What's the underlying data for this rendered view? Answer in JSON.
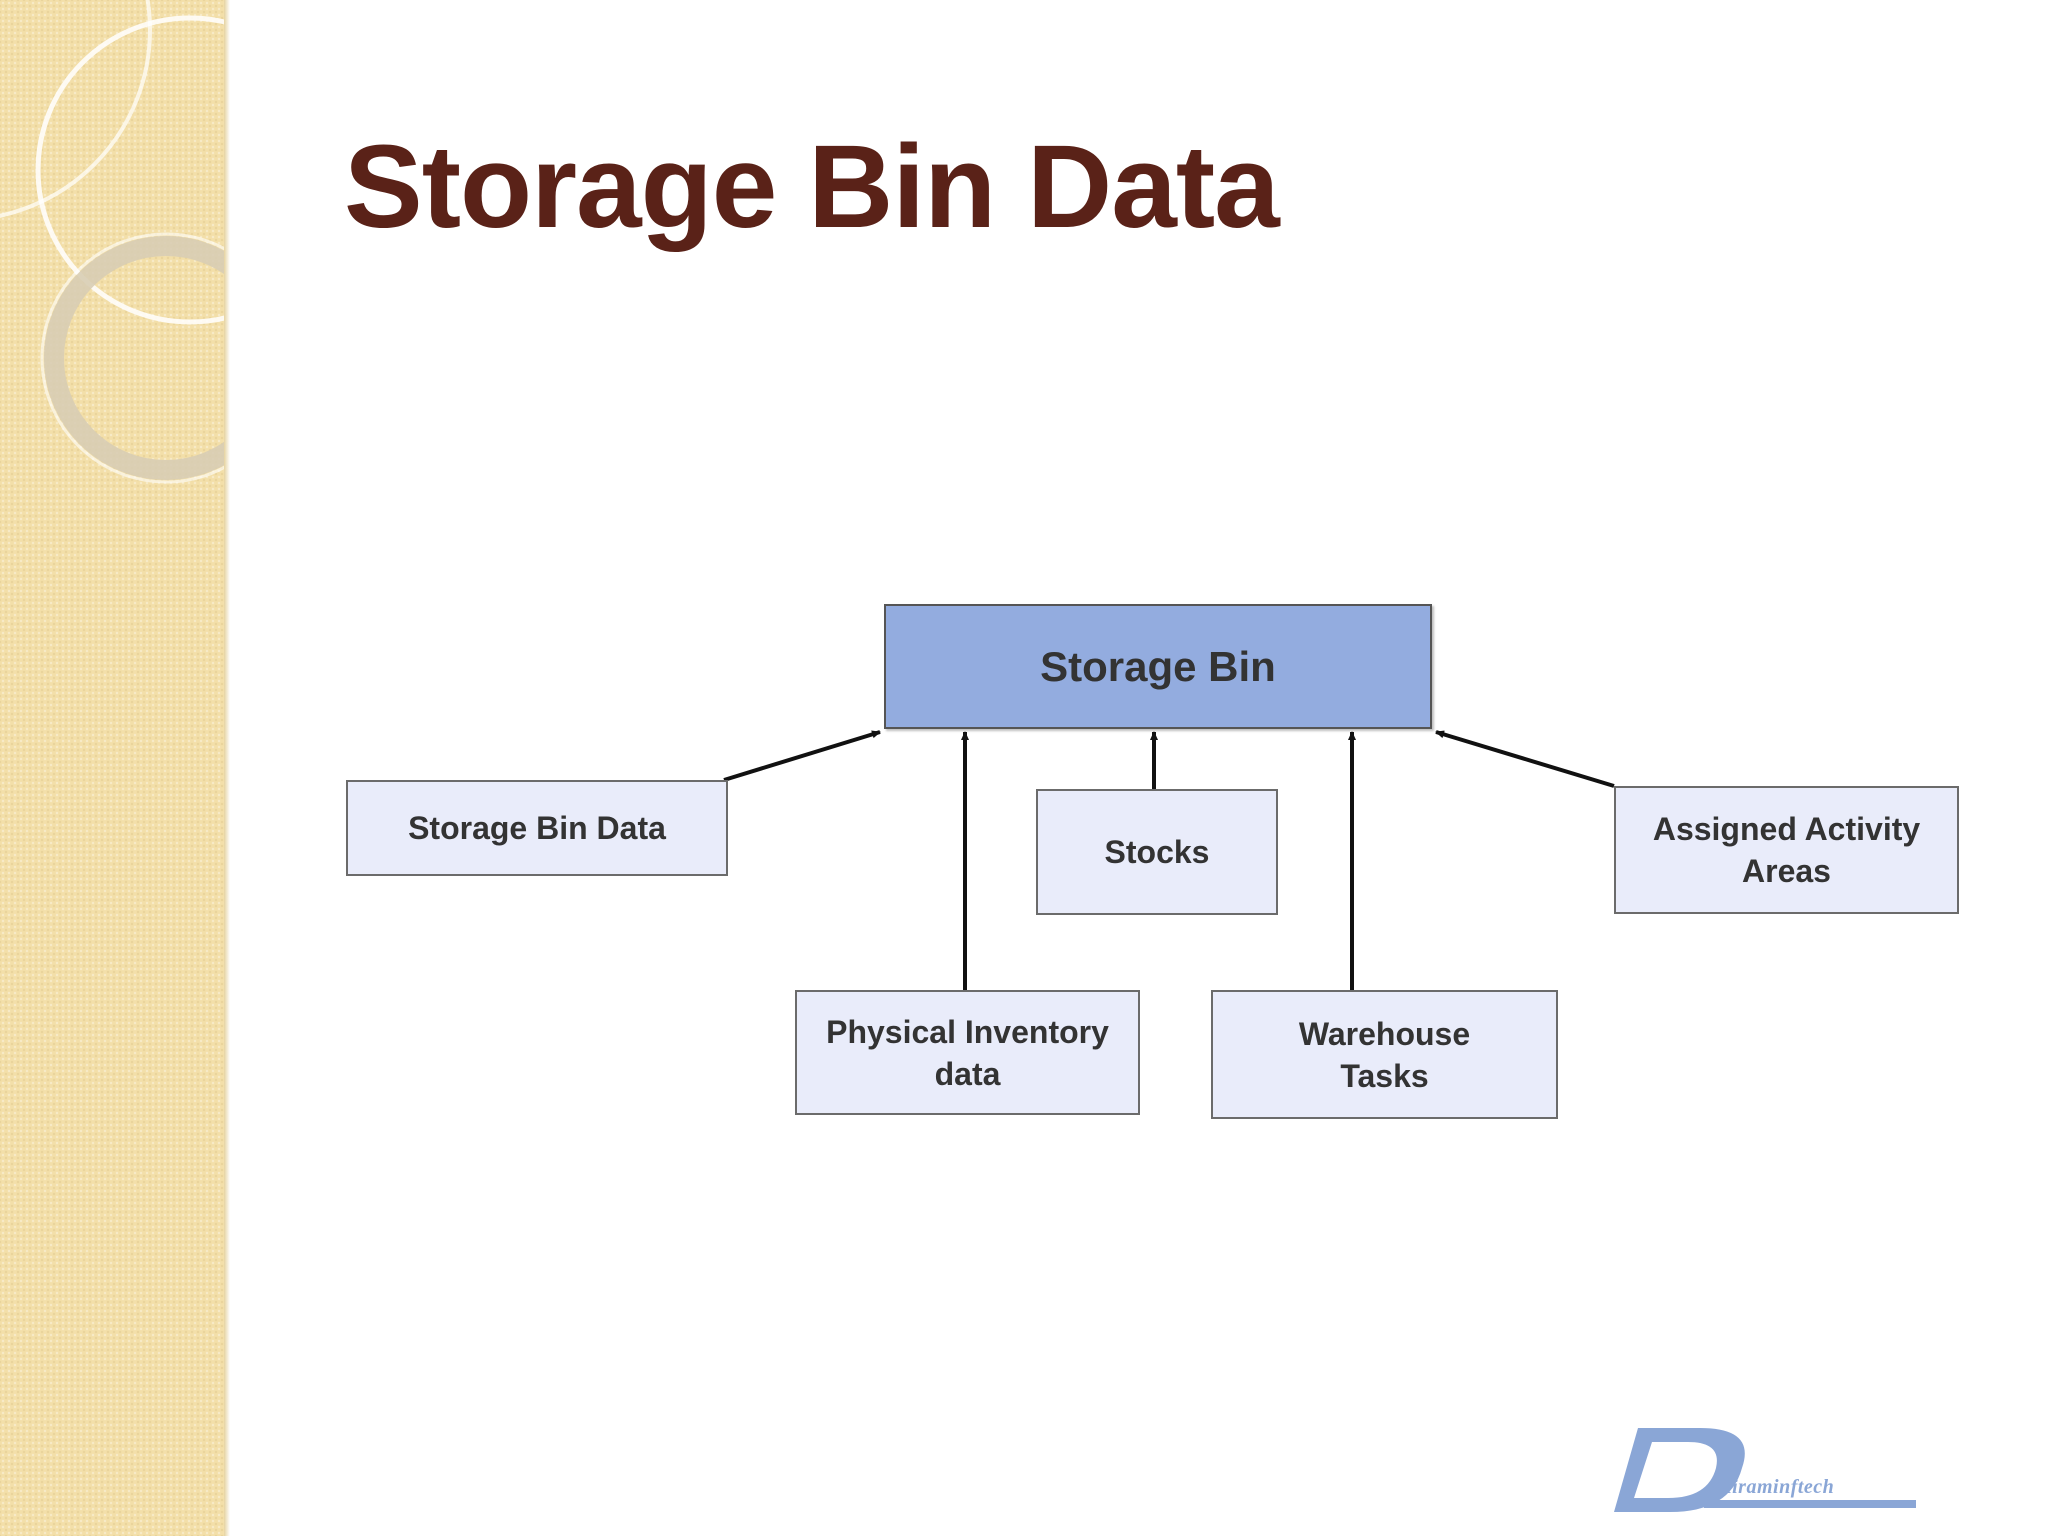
{
  "slide": {
    "title": "Storage Bin Data"
  },
  "diagram": {
    "root": {
      "label": "Storage Bin"
    },
    "children": [
      {
        "label": "Storage Bin Data"
      },
      {
        "label": "Physical Inventory\ndata"
      },
      {
        "label": "Stocks"
      },
      {
        "label": "Warehouse\nTasks"
      },
      {
        "label": "Assigned Activity\nAreas"
      }
    ],
    "colors": {
      "root_fill": "#93acdf",
      "child_fill": "#e9ecfa",
      "border": "#6b6b6b",
      "arrow": "#111111",
      "title": "#5a2218"
    }
  },
  "logo": {
    "letter": "D",
    "text": "aniraminftech",
    "color": "#8aa6d6"
  }
}
